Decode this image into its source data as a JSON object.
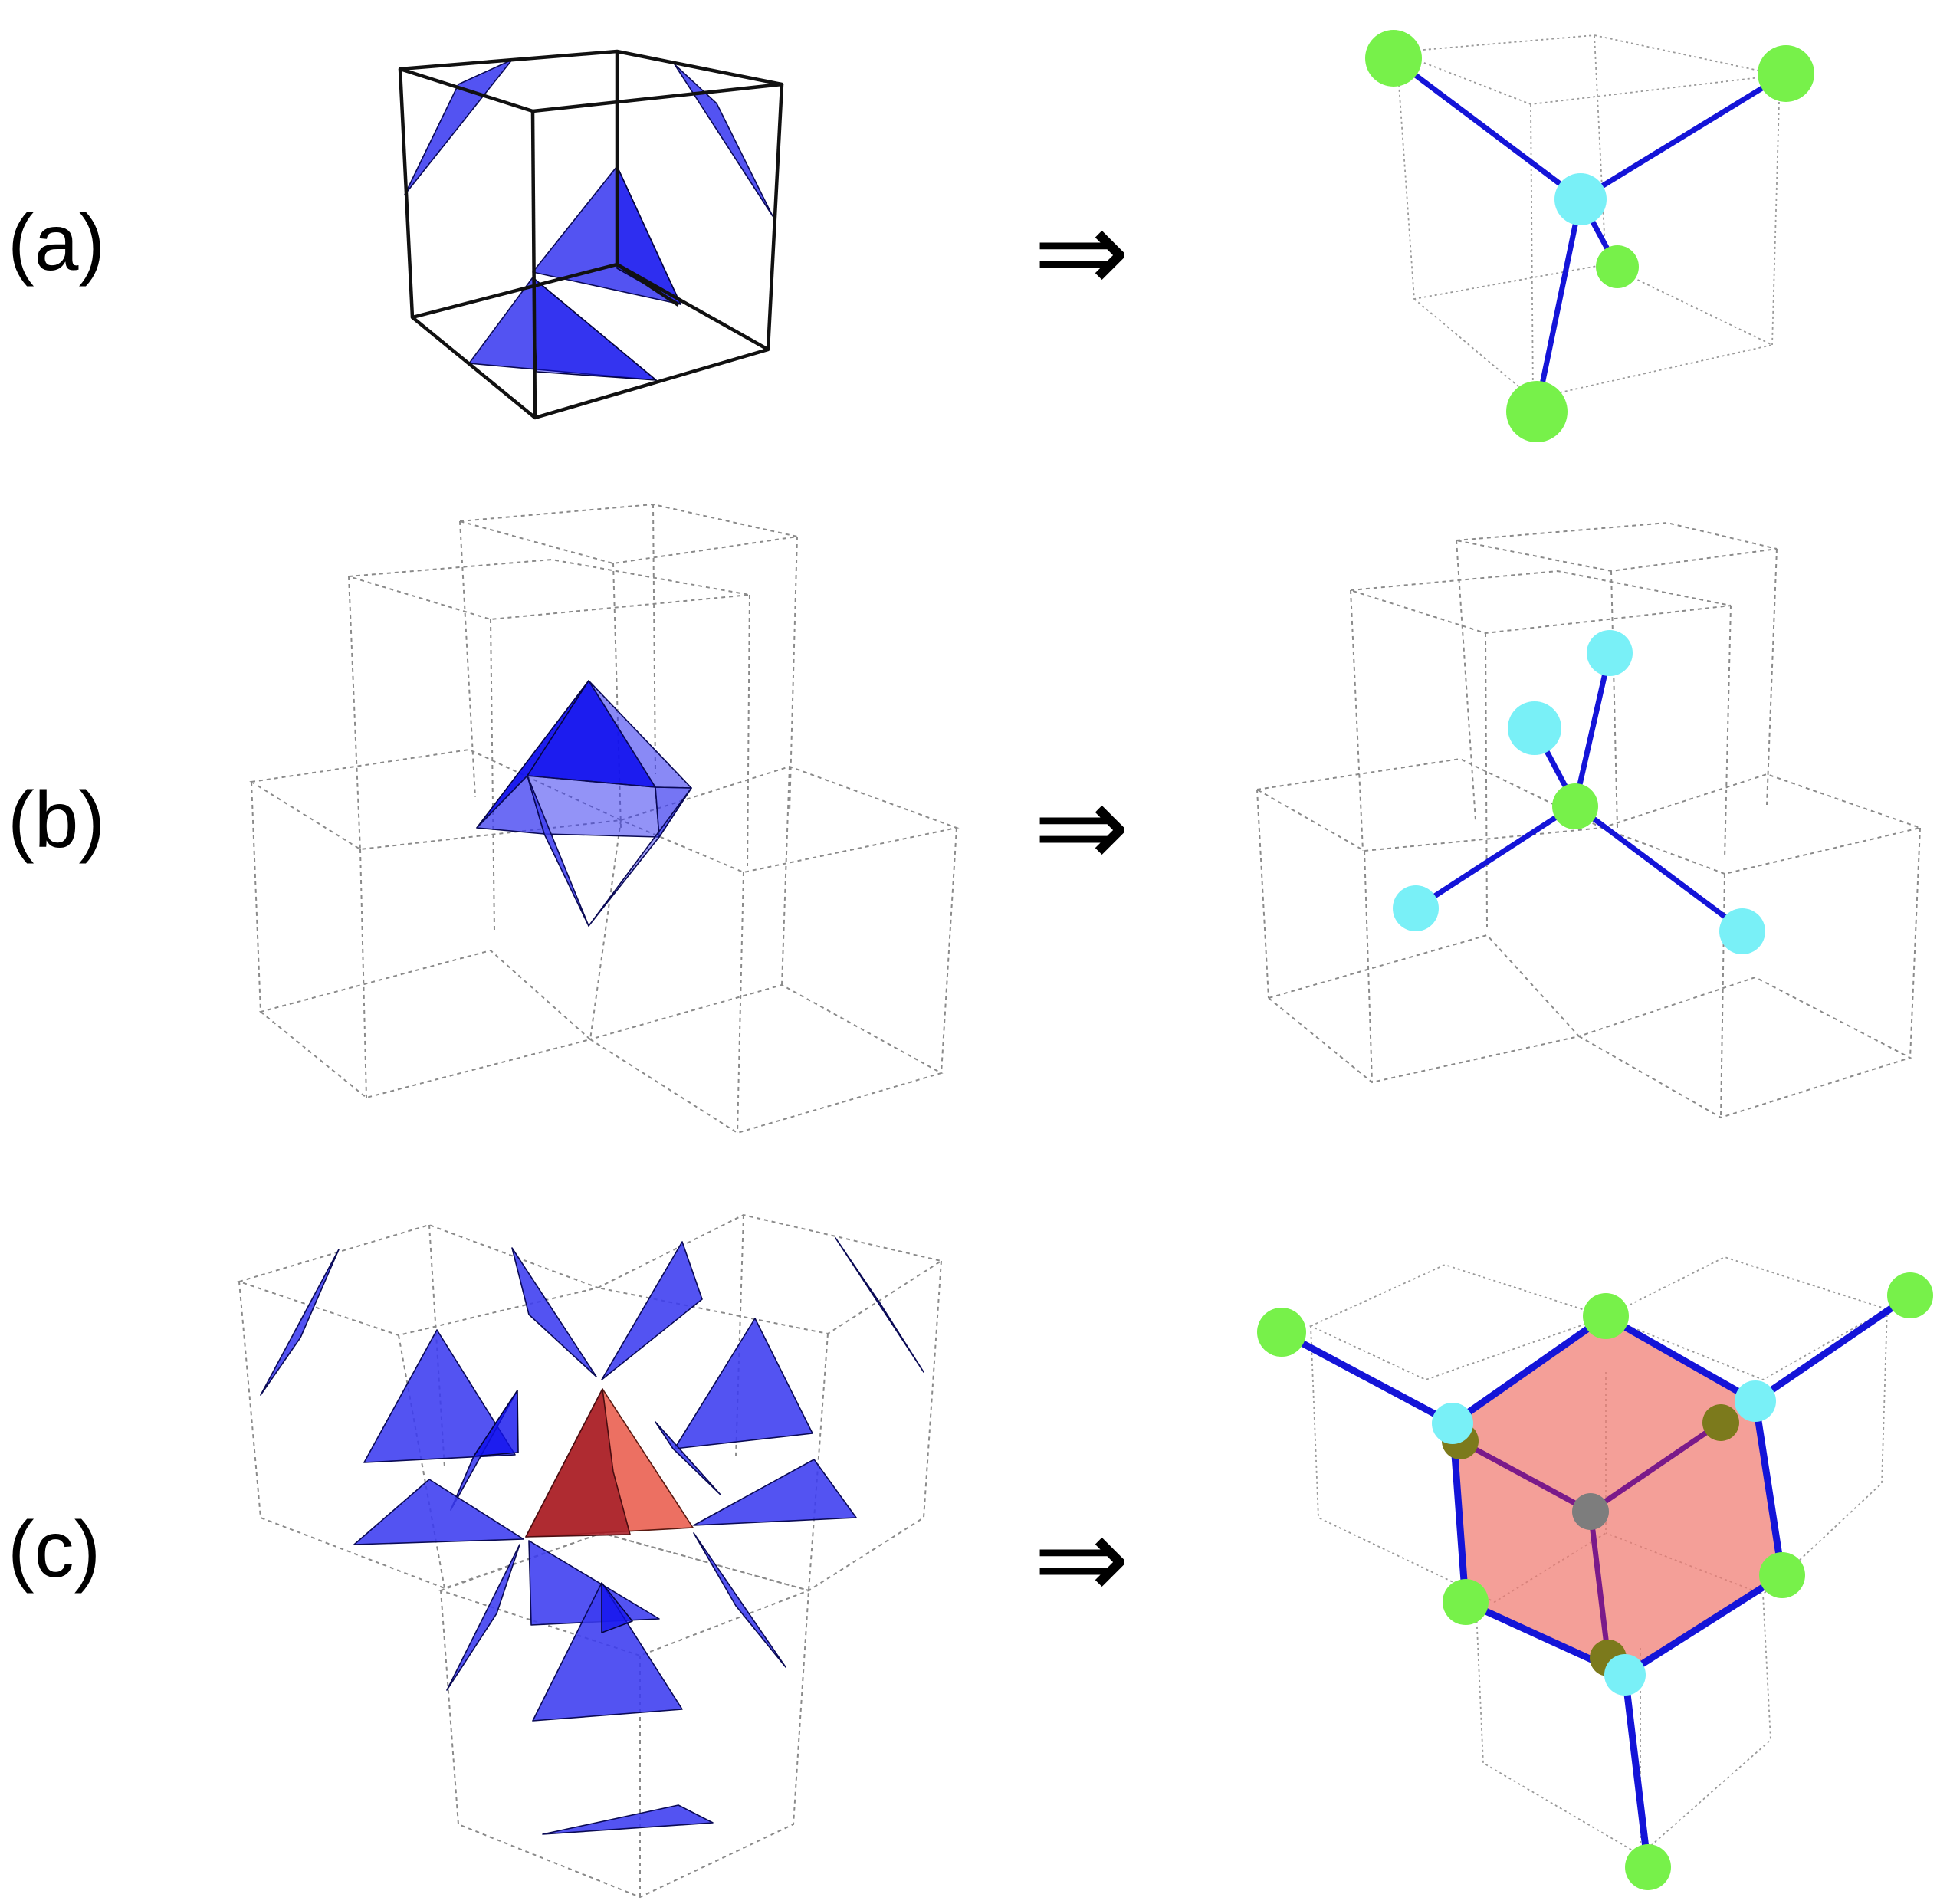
{
  "panels": [
    {
      "id": "a",
      "label": "(a)",
      "arrow": "⇒"
    },
    {
      "id": "b",
      "label": "(b)",
      "arrow": "⇒"
    },
    {
      "id": "c",
      "label": "(c)",
      "arrow": "⇒"
    }
  ],
  "colors": {
    "tetrahedron_face": "#3b3bf0",
    "highlight_face": "#e8503f",
    "bond": "#1414d8",
    "atom_green": "#77f14a",
    "atom_cyan": "#79f0f7",
    "hexagon": "#f07a70"
  }
}
